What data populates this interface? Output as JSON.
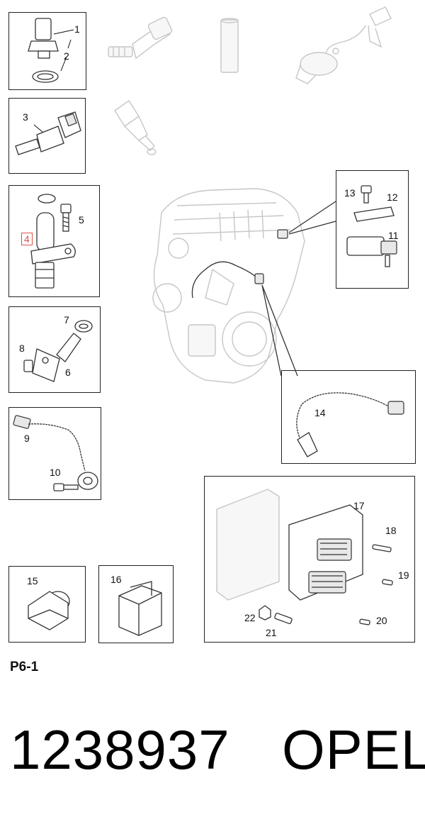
{
  "page": {
    "code": "P6-1",
    "part_number": "1238937",
    "brand": "OPEL"
  },
  "callouts": {
    "c1": "1",
    "c2": "2",
    "c3": "3",
    "c4": "4",
    "c5": "5",
    "c6": "6",
    "c7": "7",
    "c8": "8",
    "c9": "9",
    "c10": "10",
    "c11": "11",
    "c12": "12",
    "c13": "13",
    "c14": "14",
    "c15": "15",
    "c16": "16",
    "c17": "17",
    "c18": "18",
    "c19": "19",
    "c20": "20",
    "c21": "21",
    "c22": "22"
  },
  "highlighted_callout": "4",
  "colors": {
    "highlight": "#d9534f",
    "ghost_line": "#c6c6c6",
    "line": "#333333"
  }
}
